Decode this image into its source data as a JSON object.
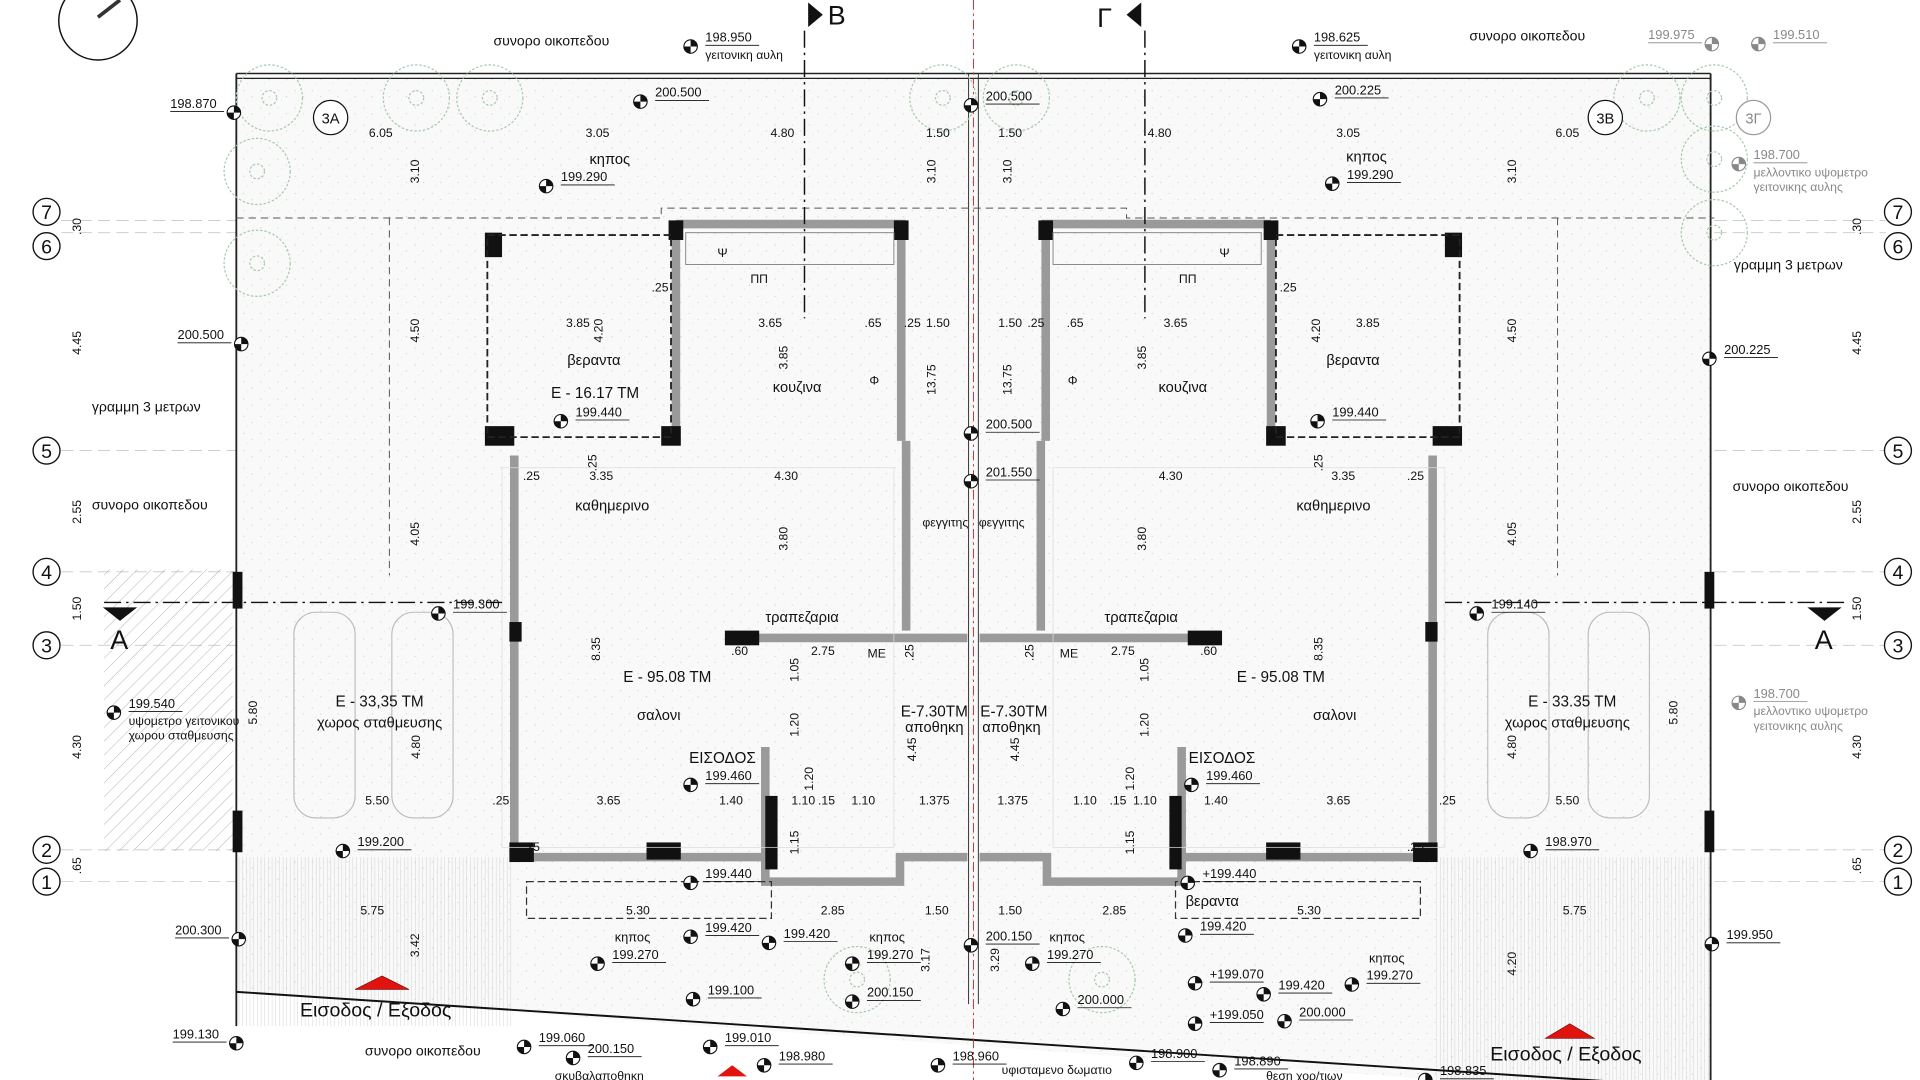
{
  "title": "Κατοψη ισογειου - διπλοκατοικια",
  "colors": {
    "accent_red": "#e0130f",
    "wall_gray": "#9a9a9a",
    "tree_green": "#9cc3a0",
    "axis_line": "#bbbbbb"
  },
  "section_marks": {
    "b": "Β",
    "g": "Γ",
    "a_left": "Α",
    "a_right": "Α"
  },
  "zones": {
    "z3a": "3Α",
    "z3b": "3Β",
    "z3g": "3Γ"
  },
  "grid_axes": [
    "7",
    "6",
    "5",
    "4",
    "3",
    "2",
    "1"
  ],
  "annotations": {
    "plot_boundary": [
      "συνορο οικοπεδου",
      "συνορο οικοπεδου",
      "συνορο οικοπεδου",
      "συνορο οικοπεδου",
      "συνορο οικοπεδου"
    ],
    "line_3m": [
      "γραμμη 3 μετρων",
      "γραμμη 3 μετρων"
    ],
    "entrance_exit": [
      "Εισοδος / Εξοδος",
      "Εισοδος / Εξοδος"
    ],
    "bottom_notes": [
      "σκυβαλαποθηκη",
      "υφισταμενο δωματιο",
      "θεση χορ/τιων"
    ]
  },
  "rooms_left": {
    "garden": "κηπος",
    "veranda": "βεραντα",
    "veranda_area": "Ε - 16.17 ΤΜ",
    "kitchen": "κουζινα",
    "daily": "καθημερινο",
    "dining": "τραπεζαρια",
    "house_area": "Ε - 95.08 ΤΜ",
    "living": "σαλονι",
    "parking_area": "Ε - 33,35 ΤΜ",
    "parking": "χωρος σταθμευσης",
    "storage_area": "Ε-7.30ΤΜ",
    "storage": "αποθηκη",
    "entrance": "ΕΙΣΟΔΟΣ",
    "skylight": "φεγγιτης",
    "wc": "ΜΕ",
    "pp": "ΠΠ",
    "psi": "Ψ",
    "phi": "Φ"
  },
  "rooms_right": {
    "garden": "κηπος",
    "veranda": "βεραντα",
    "kitchen": "κουζινα",
    "daily": "καθημερινο",
    "dining": "τραπεζαρια",
    "house_area": "Ε - 95.08 ΤΜ",
    "living": "σαλονι",
    "parking_area": "Ε - 33.35 ΤΜ",
    "parking": "χωρος σταθμευσης",
    "storage_area": "Ε-7.30ΤΜ",
    "storage": "αποθηκη",
    "entrance": "ΕΙΣΟΔΟΣ",
    "skylight": "φεγγιτης",
    "wc": "ΜΕ",
    "pp": "ΠΠ",
    "psi": "Ψ",
    "phi": "Φ",
    "front_veranda": "βεραντα"
  },
  "elevations": [
    {
      "value": "198.950",
      "note": [
        "γειτονικη αυλη"
      ]
    },
    {
      "value": "198.625",
      "note": [
        "γειτονικη αυλη"
      ]
    },
    {
      "value": "198.870"
    },
    {
      "value": "200.500"
    },
    {
      "value": "200.500"
    },
    {
      "value": "200.225"
    },
    {
      "value": "199.975"
    },
    {
      "value": "199.510"
    },
    {
      "value": "198.700",
      "note": [
        "μελλοντικο υψομετρο",
        "γειτονικης αυλης"
      ]
    },
    {
      "value": "199.290"
    },
    {
      "value": "199.290"
    },
    {
      "value": "200.500"
    },
    {
      "value": "200.225"
    },
    {
      "value": "199.440"
    },
    {
      "value": "199.440"
    },
    {
      "value": "200.500"
    },
    {
      "value": "201.550"
    },
    {
      "value": "199.300"
    },
    {
      "value": "199.140"
    },
    {
      "value": "199.540",
      "note": [
        "υψομετρο γειτονικου",
        "χωρου σταθμευσης"
      ]
    },
    {
      "value": "198.700",
      "note": [
        "μελλοντικο υψομετρο",
        "γειτονικης αυλης"
      ]
    },
    {
      "value": "199.460"
    },
    {
      "value": "199.460"
    },
    {
      "value": "199.200"
    },
    {
      "value": "198.970"
    },
    {
      "value": "199.440"
    },
    {
      "value": "+199.440"
    },
    {
      "value": "199.420"
    },
    {
      "value": "199.420"
    },
    {
      "value": "200.300"
    },
    {
      "value": "199.950"
    },
    {
      "value": "199.270",
      "note_above": "κηπος"
    },
    {
      "value": "199.270",
      "note_above": "κηπος"
    },
    {
      "value": "199.270",
      "note_above": "κηπος"
    },
    {
      "value": "199.270",
      "note_above": "κηπος"
    },
    {
      "value": "200.150"
    },
    {
      "value": "199.420"
    },
    {
      "value": "199.420"
    },
    {
      "value": "199.100"
    },
    {
      "value": "200.150"
    },
    {
      "value": "200.000"
    },
    {
      "value": "200.000"
    },
    {
      "value": "+199.070"
    },
    {
      "value": "+199.050"
    },
    {
      "value": "199.130"
    },
    {
      "value": "199.060"
    },
    {
      "value": "200.150"
    },
    {
      "value": "199.010"
    },
    {
      "value": "198.980"
    },
    {
      "value": "198.960"
    },
    {
      "value": "198.900"
    },
    {
      "value": "198.890"
    },
    {
      "value": "198.835"
    }
  ],
  "dimensions": [
    "6.05",
    "3.05",
    "4.80",
    "1.50",
    "1.50",
    "4.80",
    "3.05",
    "6.05",
    "3.10",
    "3.10",
    "3.10",
    "3.10",
    "4.50",
    "4.50",
    "4.20",
    "4.20",
    "3.85",
    "3.85",
    ".25",
    ".25",
    "3.65",
    "3.65",
    ".65",
    ".65",
    ".25",
    "1.50",
    "1.50",
    ".25",
    "3.85",
    "3.85",
    "13.75",
    "13.75",
    ".25",
    ".25",
    "3.35",
    "3.35",
    "4.30",
    "4.30",
    ".25",
    ".25",
    "4.05",
    "4.05",
    "3.80",
    "3.80",
    "4.45",
    "2.55",
    "1.50",
    "4.30",
    ".65",
    ".30",
    "4.45",
    "2.55",
    "1.50",
    "4.30",
    ".65",
    ".30",
    "8.35",
    "8.35",
    ".60",
    ".60",
    "2.75",
    "2.75",
    ".25",
    ".25",
    "1.05",
    "1.05",
    "5.80",
    "5.80",
    "4.80",
    "4.80",
    "1.20",
    "1.20",
    "4.45",
    "4.45",
    "1.20",
    "1.20",
    "5.50",
    "5.50",
    ".25",
    ".25",
    "3.65",
    "3.65",
    "1.40",
    "1.40",
    "1.10",
    "1.10",
    ".15",
    ".15",
    "1.10",
    "1.10",
    "1.375",
    "1.375",
    "1.15",
    "1.15",
    "5.75",
    "5.75",
    "5.30",
    "5.30",
    "2.85",
    "2.85",
    "1.50",
    "1.50",
    "3.42",
    "4.20",
    "3.17",
    "3.29",
    ".25",
    ".25"
  ]
}
